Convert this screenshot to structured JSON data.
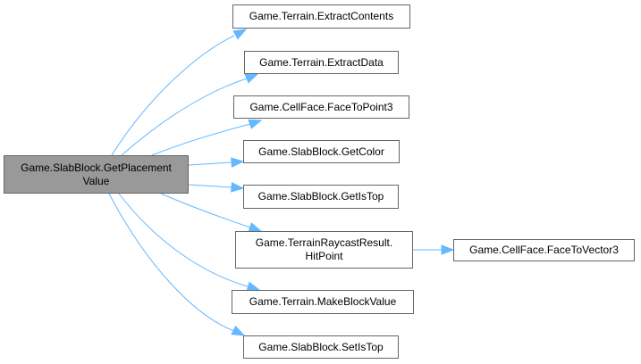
{
  "root": {
    "id": "main",
    "label_line1": "Game.SlabBlock.GetPlacement",
    "label_line2": "Value"
  },
  "nodes": [
    {
      "id": "n1",
      "label": "Game.Terrain.ExtractContents"
    },
    {
      "id": "n2",
      "label": "Game.Terrain.ExtractData"
    },
    {
      "id": "n3",
      "label": "Game.CellFace.FaceToPoint3"
    },
    {
      "id": "n4",
      "label": "Game.SlabBlock.GetColor"
    },
    {
      "id": "n5",
      "label": "Game.SlabBlock.GetIsTop"
    },
    {
      "id": "n6",
      "label_line1": "Game.TerrainRaycastResult.",
      "label_line2": "HitPoint"
    },
    {
      "id": "n7",
      "label": "Game.CellFace.FaceToVector3"
    },
    {
      "id": "n8",
      "label": "Game.Terrain.MakeBlockValue"
    },
    {
      "id": "n9",
      "label": "Game.SlabBlock.SetIsTop"
    }
  ],
  "edges": [
    [
      "main",
      "n1"
    ],
    [
      "main",
      "n2"
    ],
    [
      "main",
      "n3"
    ],
    [
      "main",
      "n4"
    ],
    [
      "main",
      "n5"
    ],
    [
      "main",
      "n6"
    ],
    [
      "main",
      "n8"
    ],
    [
      "main",
      "n9"
    ],
    [
      "n6",
      "n7"
    ]
  ],
  "colors": {
    "edge": "#63b8ff",
    "root_fill": "#999999",
    "border": "#666666"
  }
}
